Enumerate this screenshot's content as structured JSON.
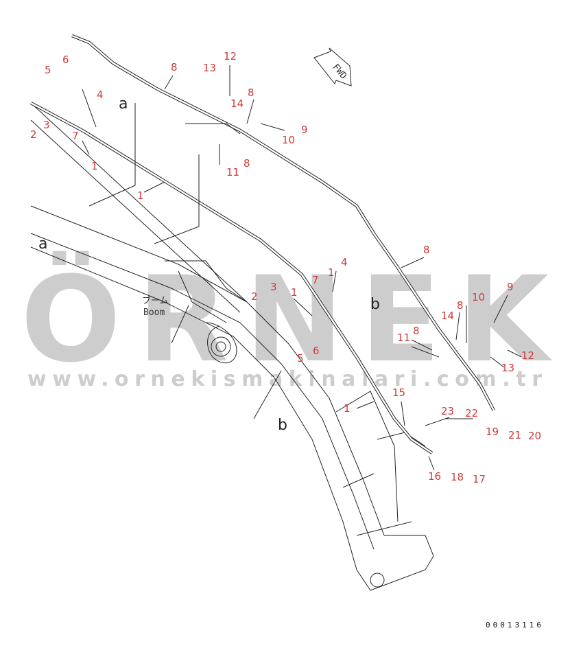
{
  "watermark": {
    "brand": "ÖRNEK",
    "website": "www.ornekismakinalari.com.tr",
    "color": "#bdbdbd"
  },
  "direction_marker": {
    "label": "FWD",
    "icon": "arrow-forward-icon"
  },
  "part_label": {
    "japanese": "ブーム",
    "english": "Boom"
  },
  "drawing_code": "00013116",
  "callout_color": "#d23a3a",
  "callouts": [
    "5",
    "6",
    "13",
    "12",
    "8",
    "14",
    "8",
    "9",
    "4",
    "10",
    "3",
    "2",
    "7",
    "1",
    "11",
    "8",
    "1",
    "8",
    "3",
    "7",
    "1",
    "4",
    "9",
    "1",
    "2",
    "10",
    "8",
    "14",
    "11",
    "8",
    "5",
    "6",
    "12",
    "13",
    "1",
    "15",
    "23",
    "22",
    "19",
    "21",
    "20",
    "16",
    "18",
    "17"
  ],
  "view_letters": [
    "a",
    "a",
    "b",
    "b"
  ]
}
